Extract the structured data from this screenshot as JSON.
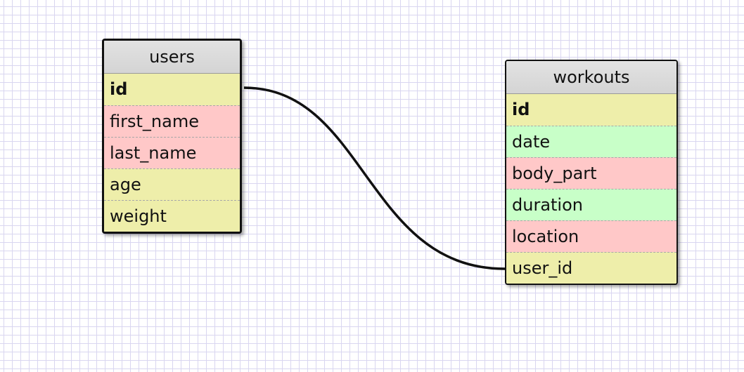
{
  "colors": {
    "integer_field": "#eeeeaa",
    "string_field": "#ffc8c8",
    "date_field": "#c8ffc8",
    "header": "#d8d8d8",
    "relation_line": "#111111",
    "grid": "#d9d6f0"
  },
  "tables": [
    {
      "name": "users",
      "fields": [
        {
          "name": "id",
          "type_hint": "integer",
          "primary_key": true
        },
        {
          "name": "first_name",
          "type_hint": "string",
          "primary_key": false
        },
        {
          "name": "last_name",
          "type_hint": "string",
          "primary_key": false
        },
        {
          "name": "age",
          "type_hint": "integer",
          "primary_key": false
        },
        {
          "name": "weight",
          "type_hint": "integer",
          "primary_key": false
        }
      ]
    },
    {
      "name": "workouts",
      "fields": [
        {
          "name": "id",
          "type_hint": "integer",
          "primary_key": true
        },
        {
          "name": "date",
          "type_hint": "date",
          "primary_key": false
        },
        {
          "name": "body_part",
          "type_hint": "string",
          "primary_key": false
        },
        {
          "name": "duration",
          "type_hint": "date",
          "primary_key": false
        },
        {
          "name": "location",
          "type_hint": "string",
          "primary_key": false
        },
        {
          "name": "user_id",
          "type_hint": "integer",
          "primary_key": false
        }
      ]
    }
  ],
  "relations": [
    {
      "from_table": "users",
      "from_field": "id",
      "to_table": "workouts",
      "to_field": "user_id"
    }
  ]
}
